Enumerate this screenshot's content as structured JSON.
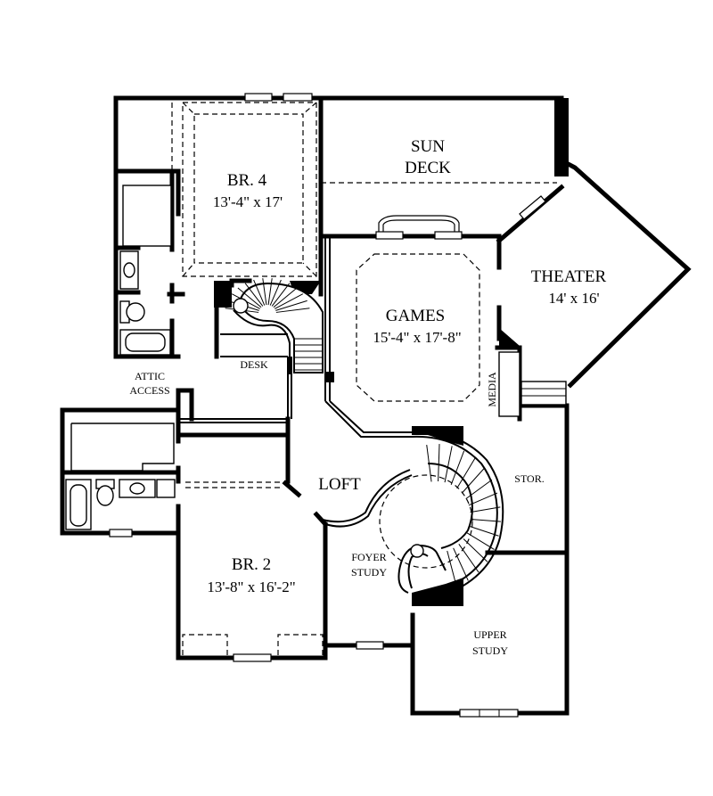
{
  "rooms": {
    "br4": {
      "name": "BR. 4",
      "size": "13'-4\" x 17'"
    },
    "sun_deck": {
      "line1": "SUN",
      "line2": "DECK"
    },
    "theater": {
      "name": "THEATER",
      "size": "14' x 16'"
    },
    "games": {
      "name": "GAMES",
      "size": "15'-4\" x 17'-8\""
    },
    "desk": {
      "name": "DESK"
    },
    "attic": {
      "line1": "ATTIC",
      "line2": "ACCESS"
    },
    "media": {
      "name": "MEDIA"
    },
    "loft": {
      "name": "LOFT"
    },
    "stor": {
      "name": "STOR."
    },
    "br2": {
      "name": "BR. 2",
      "size": "13'-8\" x 16'-2\""
    },
    "foyer_study": {
      "line1": "FOYER",
      "line2": "STUDY"
    },
    "upper_study": {
      "line1": "UPPER",
      "line2": "STUDY"
    }
  }
}
